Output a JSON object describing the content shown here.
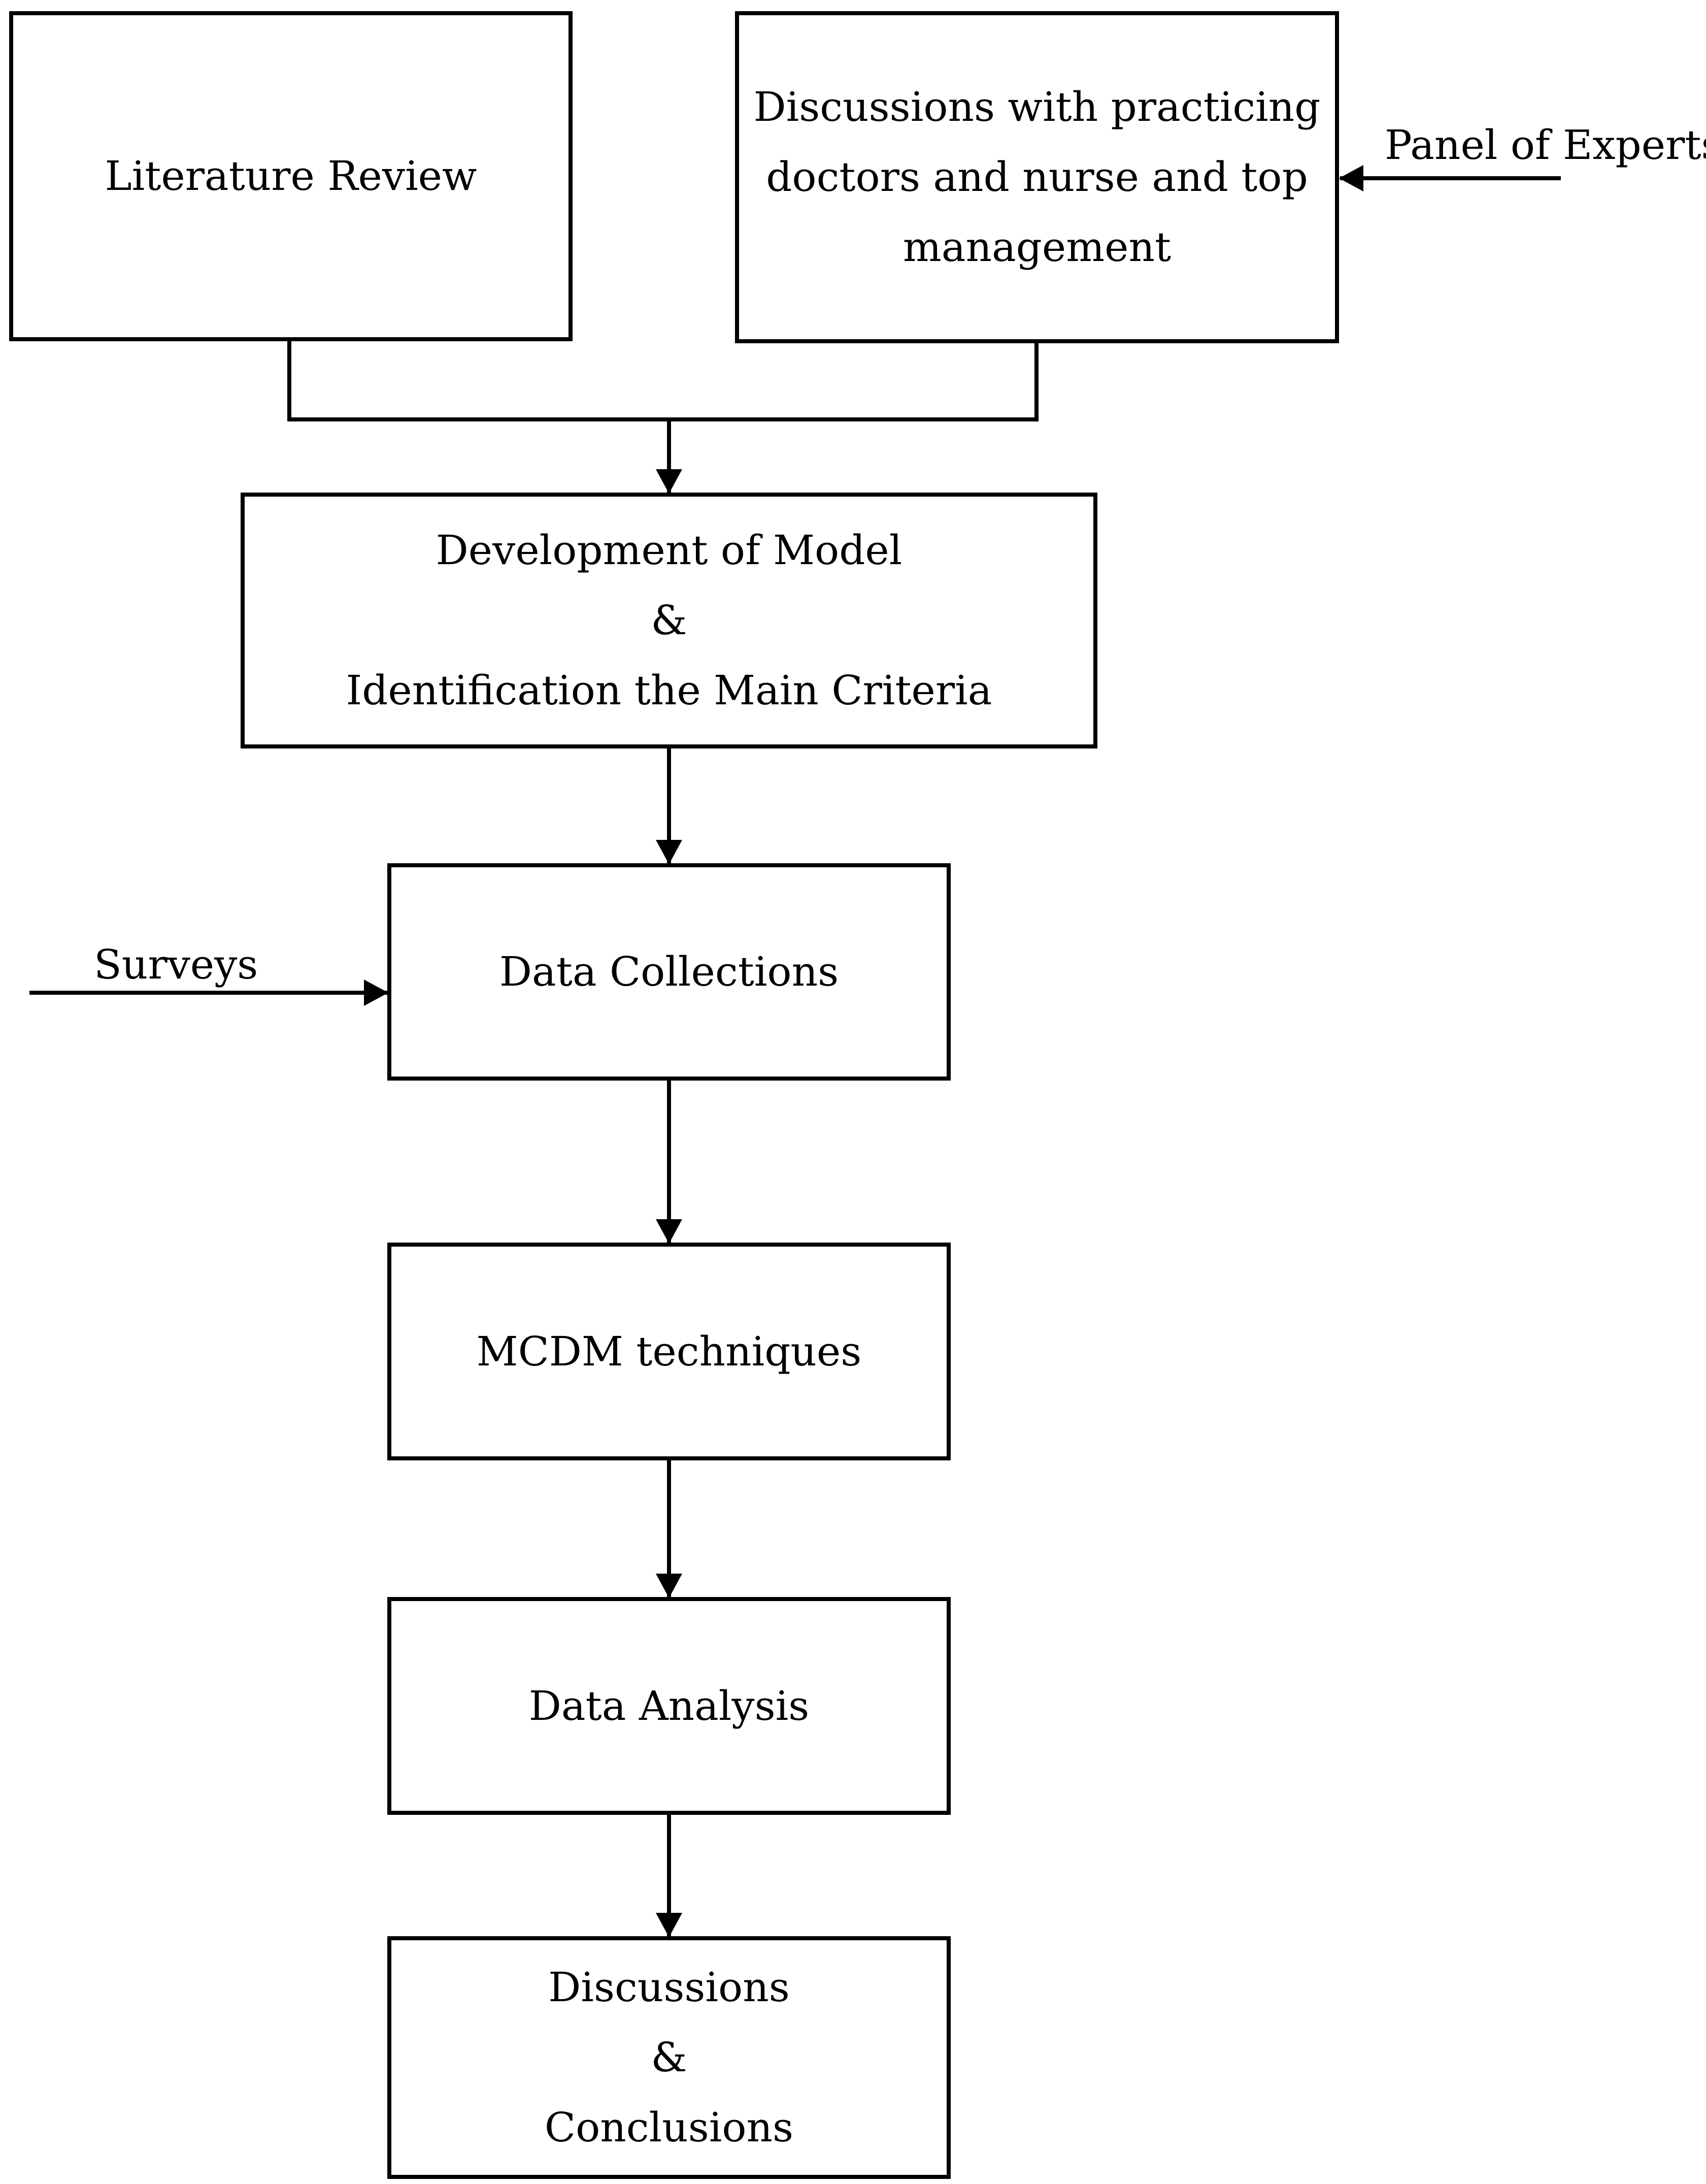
{
  "nodes": {
    "literature_review": {
      "lines": [
        "Literature Review"
      ]
    },
    "discussions_practitioners": {
      "lines": [
        "Discussions with practicing",
        "doctors and nurse and top",
        "management"
      ]
    },
    "model_development": {
      "lines": [
        "Development of Model",
        "&",
        "Identification the Main Criteria"
      ]
    },
    "data_collections": {
      "lines": [
        "Data Collections"
      ]
    },
    "mcdm_techniques": {
      "lines": [
        "MCDM techniques"
      ]
    },
    "data_analysis": {
      "lines": [
        "Data Analysis"
      ]
    },
    "discussions_conclusions": {
      "lines": [
        "Discussions",
        "&",
        "Conclusions"
      ]
    }
  },
  "external_inputs": {
    "panel_of_experts": "Panel of Experts",
    "surveys": "Surveys"
  },
  "edges": [
    {
      "from": "literature_review",
      "to": "model_development"
    },
    {
      "from": "discussions_practitioners",
      "to": "model_development"
    },
    {
      "from": "panel_of_experts",
      "to": "discussions_practitioners"
    },
    {
      "from": "model_development",
      "to": "data_collections"
    },
    {
      "from": "surveys",
      "to": "data_collections"
    },
    {
      "from": "data_collections",
      "to": "mcdm_techniques"
    },
    {
      "from": "mcdm_techniques",
      "to": "data_analysis"
    },
    {
      "from": "data_analysis",
      "to": "discussions_conclusions"
    }
  ],
  "colors": {
    "stroke": "#000000",
    "background": "#ffffff"
  }
}
